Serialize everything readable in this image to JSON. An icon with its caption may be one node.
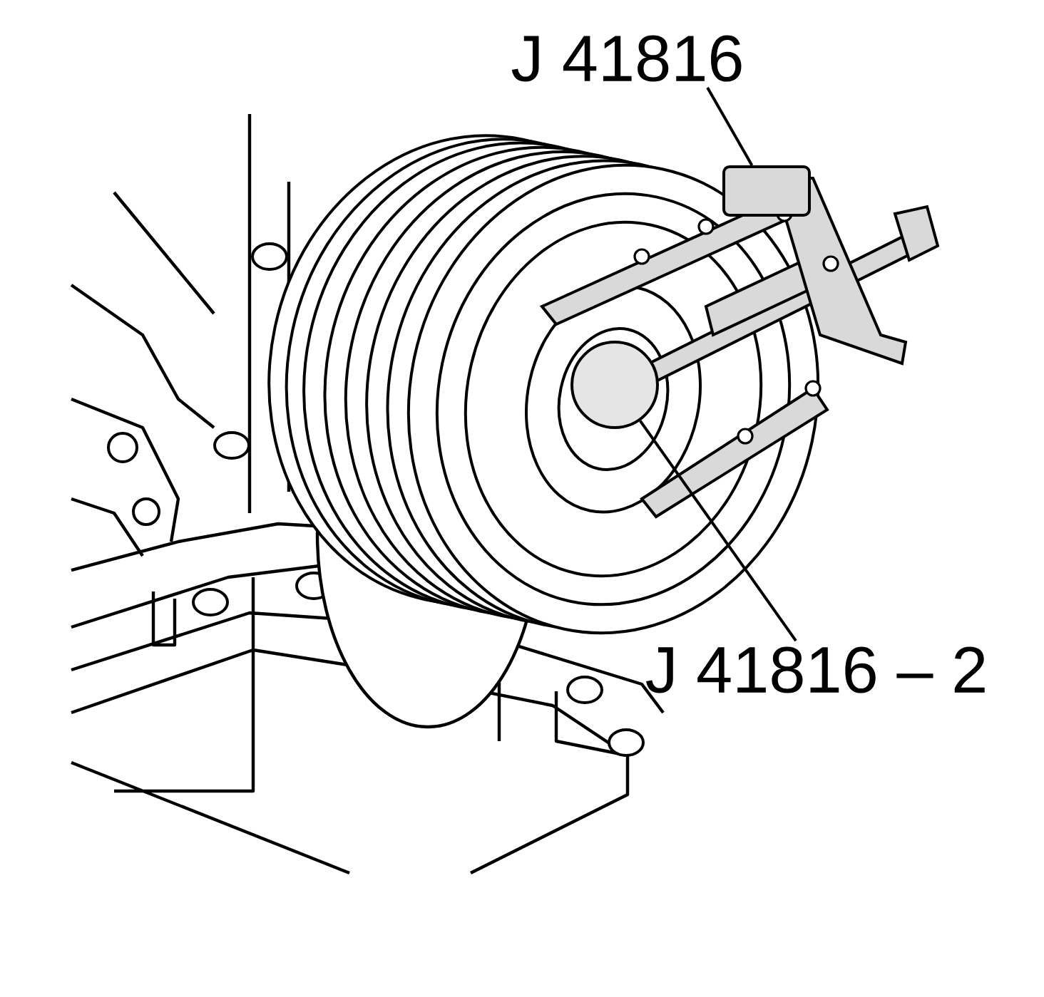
{
  "diagram": {
    "nodes": [
      {
        "text": [
          "J 41816"
        ]
      },
      {
        "text": [],
        "shape": "box"
      },
      {
        "text": [
          "J 41816 – 2"
        ]
      },
      {
        "text": [],
        "shape": "circle"
      }
    ],
    "edges": [
      {
        "from": 0,
        "to": 1,
        "arrow": "none"
      },
      {
        "from": 2,
        "to": 3,
        "arrow": "none"
      }
    ]
  }
}
